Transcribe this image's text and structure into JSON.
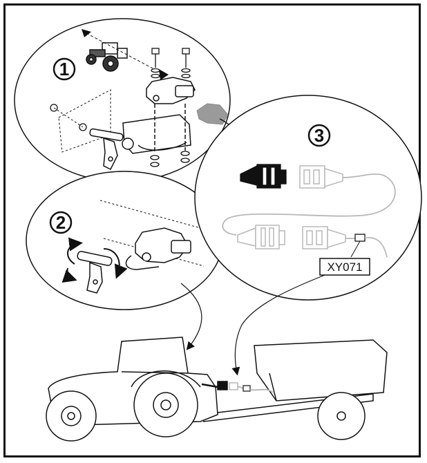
{
  "steps": [
    {
      "number": "1"
    },
    {
      "number": "2"
    },
    {
      "number": "3"
    }
  ],
  "connector_label": "XY071",
  "colors": {
    "line": "#111111",
    "light_line": "#b8b8b8",
    "shaded_part": "#9a9a9a",
    "background": "#ffffff"
  },
  "icons": [
    "tractor-icon",
    "rotation-arrows-icon",
    "connector-plug-icon",
    "sensor-bracket-icon"
  ]
}
